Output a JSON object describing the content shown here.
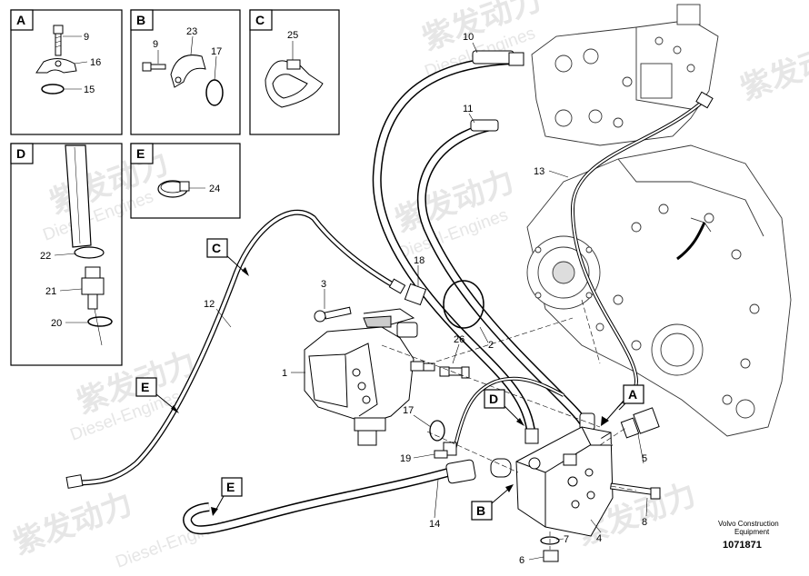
{
  "watermark": {
    "brand_cn": "紫发动力",
    "brand_en": "Diesel-Engines"
  },
  "inset_panels": [
    {
      "letter": "A",
      "parts": [
        "9",
        "16",
        "15"
      ]
    },
    {
      "letter": "B",
      "parts": [
        "9",
        "23",
        "17"
      ]
    },
    {
      "letter": "C",
      "parts": [
        "25"
      ]
    },
    {
      "letter": "D",
      "parts": [
        "22",
        "21",
        "20"
      ]
    },
    {
      "letter": "E",
      "parts": [
        "24"
      ]
    }
  ],
  "callout_letters": [
    "C",
    "E",
    "E",
    "D",
    "A",
    "B"
  ],
  "part_labels": [
    "10",
    "11",
    "13",
    "18",
    "3",
    "12",
    "1",
    "26",
    "2",
    "17",
    "19",
    "14",
    "4",
    "5",
    "8",
    "7",
    "6"
  ],
  "caption": {
    "maker": "Volvo Construction",
    "equipment": "Equipment",
    "drawing_no": "1071871"
  }
}
